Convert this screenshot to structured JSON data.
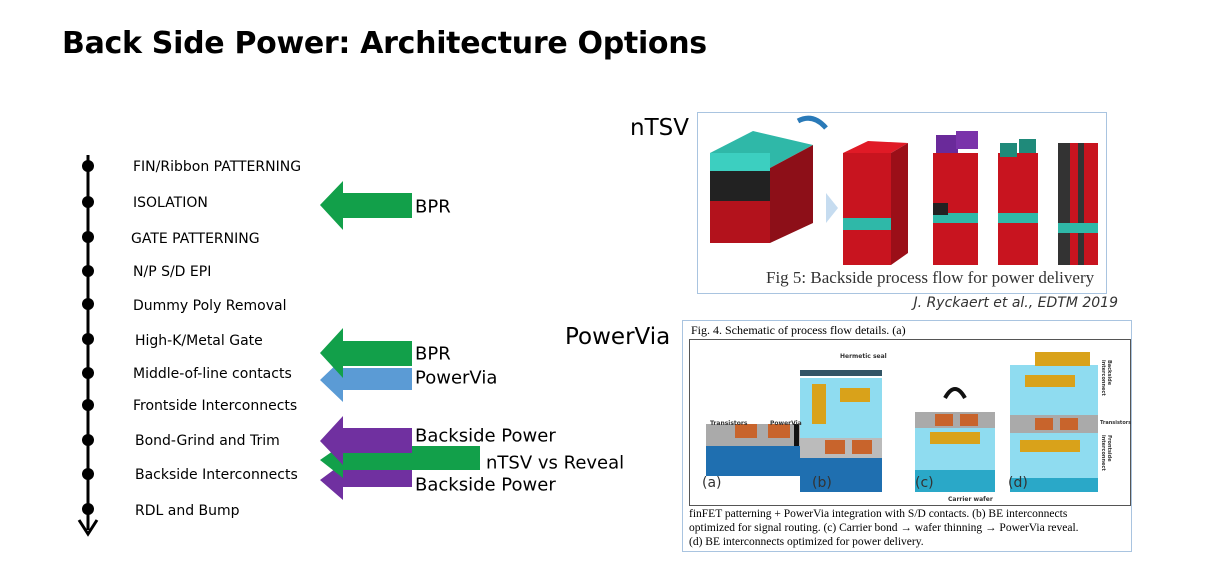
{
  "title": "Back Side Power: Architecture Options",
  "process_steps": [
    "FIN/Ribbon PATTERNING",
    "ISOLATION",
    "GATE PATTERNING",
    "N/P S/D EPI",
    "Dummy Poly Removal",
    "High-K/Metal Gate",
    "Middle-of-line contacts",
    "Frontside Interconnects",
    "Bond-Grind and Trim",
    "Backside Interconnects",
    "RDL and Bump"
  ],
  "arrows": [
    {
      "label": "BPR",
      "color": "#12a04a"
    },
    {
      "label": "BPR",
      "color": "#12a04a"
    },
    {
      "label": "PowerVia",
      "color": "#5b9bd5"
    },
    {
      "label": "Backside Power",
      "color": "#7030a0"
    },
    {
      "label": "nTSV vs Reveal",
      "color": "#12a04a"
    },
    {
      "label": "Backside Power",
      "color": "#7030a0"
    }
  ],
  "ntsv": {
    "label": "nTSV",
    "caption": "Fig 5: Backside process flow for power delivery",
    "citation": "J. Ryckaert et al., EDTM 2019"
  },
  "powervia": {
    "label": "PowerVia",
    "fig_title": "Fig. 4. Schematic of process flow details. (a)",
    "annotations": {
      "transistors": "Transistors",
      "powervia": "PowerVia",
      "hermetic_seal": "Hermetic seal",
      "carrier_wafer": "Carrier wafer",
      "backside_interconnect": "Backside interconnect",
      "transistor_side": "Transistors",
      "frontside_interconnect": "Frontside interconnect"
    },
    "panels": [
      "(a)",
      "(b)",
      "(c)",
      "(d)"
    ],
    "caption_lines": [
      "finFET patterning + PowerVia integration with S/D contacts. (b) BE interconnects",
      "optimized for signal routing. (c) Carrier bond → wafer thinning → PowerVia reveal.",
      "(d) BE interconnects optimized for power delivery."
    ]
  }
}
